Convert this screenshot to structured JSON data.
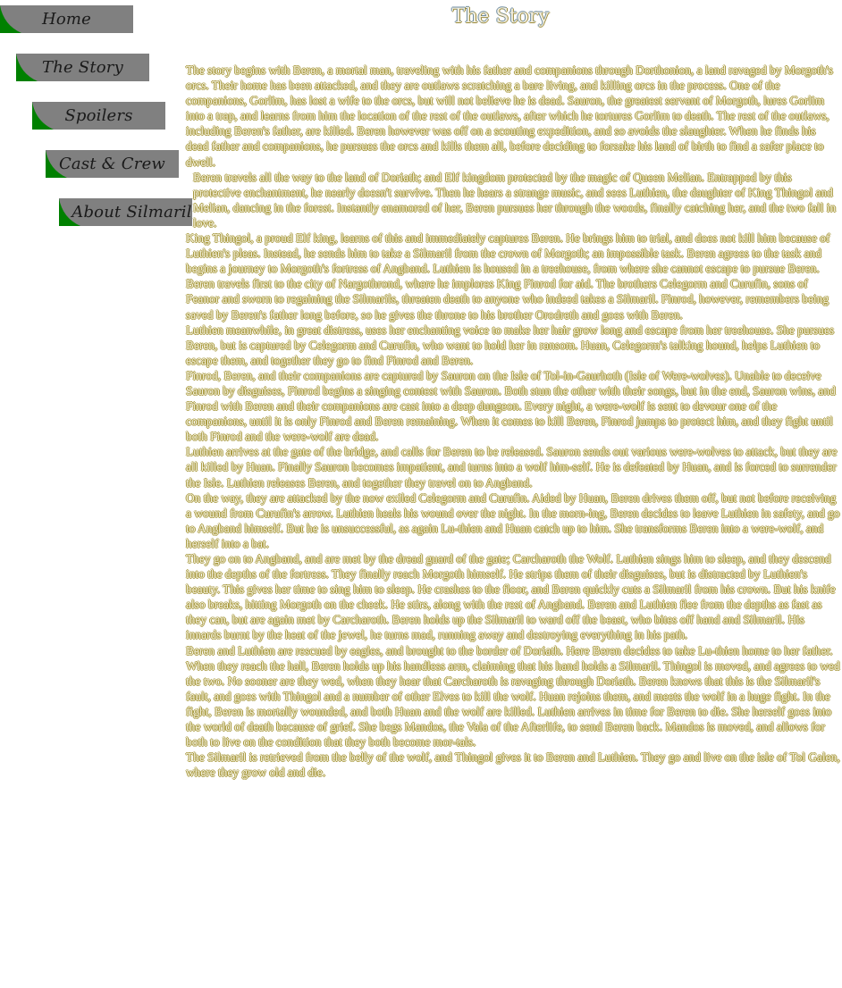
{
  "page": {
    "title": "The Story"
  },
  "nav": {
    "items": [
      {
        "label": "Home"
      },
      {
        "label": "The Story"
      },
      {
        "label": "Spoilers"
      },
      {
        "label": "Cast & Crew"
      },
      {
        "label": "About Silmaril"
      }
    ]
  },
  "colors": {
    "nav_bg": "#808080",
    "nav_accent": "#008000",
    "text_fill": "#f4f1dc",
    "text_outline": "#a8993f"
  },
  "story": {
    "paragraphs": [
      "The story begins with Beren, a mortal man, traveling with his father and companions through Dorthonion, a land ravaged by Morgoth's orcs. Their home has been attacked, and they are outlaws scratching a bare living, and killing orcs in the process. One of the companions, Gorlim, has lost a wife to the orcs, but will not believe he is dead. Sauron, the greatest servant of Morgoth, lures Gorlim into a trap, and learns from him the location of the rest of the outlaws, after which he tortures Gorlim to death. The rest of the outlaws, including Beren's father, are killed. Beren however was off on a scouting expedition, and so avoids the slaughter. When he finds his dead father and companions, he pursues the orcs and kills them all, before deciding to forsake his land of birth to find a safer place to dwell.",
      "Beren travels all the way to the land of Doriath; and Elf kingdom protected by the magic of Queen Melian. Entrapped by this protective enchantment, he nearly doesn't survive. Then he hears a strange music, and sees Luthien, the daughter of King Thingol and Melian, dancing in the forest. Instantly enamored of her, Beren pursues her through the woods, finally catching her, and the two fall in love.",
      "King Thingol, a proud Elf king, learns of this and immediately captures Beren. He brings him to trial, and does not kill him because of Luthien's pleas. Instead, he sends him to take a Silmaril from the crown of Morgoth; an impossible task. Beren agrees to the task and begins a journey to Morgoth's fortress of Angband. Luthien is housed in a treehouse, from where she cannot escape to pursue Beren.",
      "Beren travels first to the city of Nargothrond, where he implores King Finrod for aid. The brothers Celegorm and Curufin, sons of Feanor and sworn to regaining the Silmarils, threaten death to anyone who indeed takes a Silmaril. Finrod, however, remembers being saved by Beren's father long before, so he gives the throne to his brother Orodreth and goes with Beren.",
      "Luthien meanwhile, in great distress, uses her enchanting voice to make her hair grow long and escape from her treehouse. She pursues Beren, but is captured by Celegorm and Curufin, who want to hold her in ransom. Huan, Celegorm's talking hound, helps Luthien to escape them, and together they go to find Finrod and Beren.",
      "Finrod, Beren, and their companions are captured by Sauron on the Isle of Tol-in-Gaurhoth (Isle of Were-wolves). Unable to deceive Sauron by disguises, Finrod begins a singing contest with Sauron. Both stun the other with their songs, but in the end, Sauron wins, and Finrod with Beren and their companions are cast into a deep dungeon. Every night, a were-wolf is sent to devour one of the companions, until it is only Finrod and Beren remaining. When it comes to kill Beren, Finrod jumps to protect him, and they fight until both Finrod and the were-wolf are dead.",
      "Luthien arrives at the gate of the bridge, and calls for Beren to be released. Sauron sends out various were-wolves to attack, but they are all killed by Huan. Finally Sauron becomes impatient, and turns into a wolf him-self. He is defeated by Huan, and is forced to surrender the Isle. Luthien releases Beren, and together they travel on to Angband.",
      "On the way, they are attacked by the now exiled Celegorm and Curufin. Aided by Huan, Beren drives them off, but not before receiving a wound from Curufin's arrow. Luthien heals his wound over the night. In the morn-ing, Beren decides to leave Luthien in safety, and go to Angband himself. But he is unsuccessful, as again Lu-thien and Huan catch up to him. She transforms Beren into a were-wolf, and herself into a bat.",
      "They go on to Angband, and are met by the dread guard of the gate; Carcharoth the Wolf. Luthien sings him to sleep, and they descend into the depths of the fortress. They finally reach Morgoth himself. He strips them of their disguises, but is distracted by Luthien's beauty. This gives her time to sing him to sleep. He crashes to the floor, and Beren quickly cuts a Silmaril from his crown. But his knife also breaks, hitting Morgoth on the cheek. He stirs, along with the rest of Angband. Beren and Luthien flee from the depths as fast as they can, but are again met by Carcharoth. Beren holds up the Silmaril to ward off the beast, who bites off hand and Silmaril. His innards burnt by the heat of the jewel, he turns mad, running away and destroying everything in his path.",
      "Beren and Luthien are rescued by eagles, and brought to the border of Doriath. Here Beren decides to take Lu-thien home to her father. When they reach the hall, Beren holds up his handless arm, claiming that his hand holds a Silmaril. Thingol is moved, and agrees to wed the two. No sooner are they wed, when they hear that Carcharoth is ravaging through Doriath. Beren knows that this is the Silmaril's fault, and goes with Thingol and a number of other Elves to kill the wolf. Huan rejoins them, and meets the wolf in a huge fight. In the fight, Beren is mortally wounded, and both Huan and the wolf are killed. Luthien arrives in time for Beren to die. She herself goes into the world of death because of grief. She begs Mandos, the Vala of the Afterlife, to send Beren back. Mandos is moved, and allows for both to live on the condition that they both become mor-tals.",
      "The Silmaril is retrieved from the belly of the wolf, and Thingol gives it to Beren and Luthien. They go and live on the isle of Tol Galen, where they grow old and die."
    ]
  }
}
